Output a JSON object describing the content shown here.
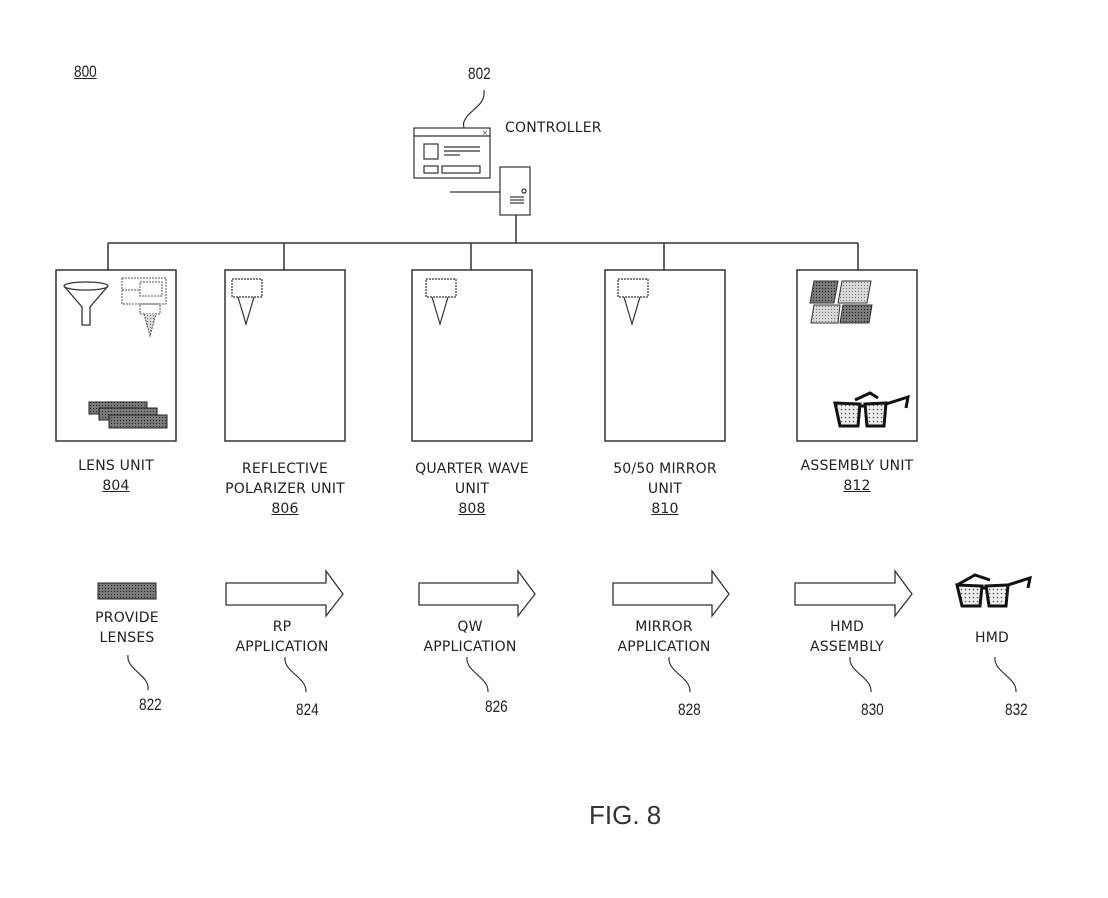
{
  "figure": {
    "ref": "800",
    "caption": "FIG. 8"
  },
  "controller": {
    "label": "CONTROLLER",
    "ref": "802"
  },
  "units": [
    {
      "name_line1": "LENS UNIT",
      "name_line2": "",
      "ref": "804"
    },
    {
      "name_line1": "REFLECTIVE",
      "name_line2": "POLARIZER UNIT",
      "ref": "806"
    },
    {
      "name_line1": "QUARTER WAVE",
      "name_line2": "UNIT",
      "ref": "808"
    },
    {
      "name_line1": "50/50 MIRROR",
      "name_line2": "UNIT",
      "ref": "810"
    },
    {
      "name_line1": "ASSEMBLY UNIT",
      "name_line2": "",
      "ref": "812"
    }
  ],
  "process_steps": [
    {
      "line1": "PROVIDE",
      "line2": "LENSES",
      "ref": "822"
    },
    {
      "line1": "RP",
      "line2": "APPLICATION",
      "ref": "824"
    },
    {
      "line1": "QW",
      "line2": "APPLICATION",
      "ref": "826"
    },
    {
      "line1": "MIRROR",
      "line2": "APPLICATION",
      "ref": "828"
    },
    {
      "line1": "HMD",
      "line2": "ASSEMBLY",
      "ref": "830"
    },
    {
      "line1": "HMD",
      "line2": "",
      "ref": "832"
    }
  ]
}
